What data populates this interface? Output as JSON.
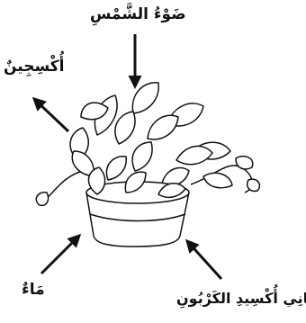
{
  "labels": {
    "sunlight": "ضَوْءُ الشَّمْسِ",
    "oxygen": "أُكْسِجِينٌ",
    "water": "مَاءٌ",
    "carbon_dioxide": "ثَانِي أُكْسِيدِ الكَرْبُونِ"
  },
  "colors": {
    "ink": "#111111",
    "background": "#ffffff"
  },
  "icons": [
    "arrow-down-icon",
    "arrow-up-left-icon",
    "arrow-up-right-icon",
    "arrow-up-left-icon"
  ]
}
